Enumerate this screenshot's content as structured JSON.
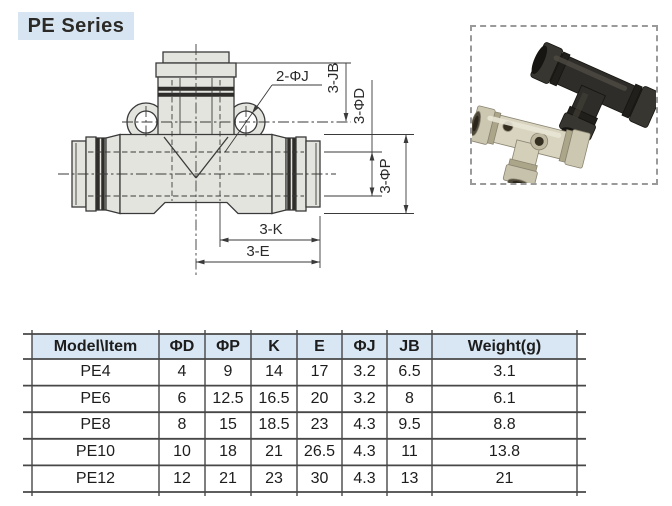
{
  "header": {
    "title": "PE Series"
  },
  "drawing": {
    "labels": {
      "holes": "2-ΦJ",
      "jb": "3-JB",
      "d": "3-ΦD",
      "p": "3-ΦP",
      "k": "3-K",
      "e": "3-E"
    }
  },
  "photo": {
    "fittings": [
      {
        "name": "black tee fitting",
        "color": "#2f2d29"
      },
      {
        "name": "ivory tee fitting",
        "color": "#d8d4c0"
      }
    ]
  },
  "table": {
    "header_bg": "#d9e7f4",
    "headers": [
      "Model\\Item",
      "ΦD",
      "ΦP",
      "K",
      "E",
      "ΦJ",
      "JB",
      "Weight(g)"
    ],
    "rows": [
      [
        "PE4",
        "4",
        "9",
        "14",
        "17",
        "3.2",
        "6.5",
        "3.1"
      ],
      [
        "PE6",
        "6",
        "12.5",
        "16.5",
        "20",
        "3.2",
        "8",
        "6.1"
      ],
      [
        "PE8",
        "8",
        "15",
        "18.5",
        "23",
        "4.3",
        "9.5",
        "8.8"
      ],
      [
        "PE10",
        "10",
        "18",
        "21",
        "26.5",
        "4.3",
        "11",
        "13.8"
      ],
      [
        "PE12",
        "12",
        "21",
        "23",
        "30",
        "4.3",
        "13",
        "21"
      ]
    ]
  }
}
